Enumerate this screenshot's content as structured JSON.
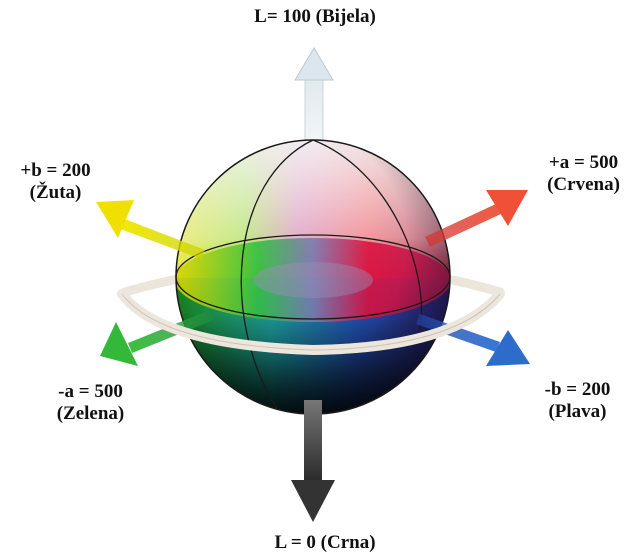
{
  "axes": {
    "top": {
      "text": "L= 100 (Bijela)"
    },
    "bottom": {
      "text": "L = 0 (Crna)"
    },
    "yellow": {
      "line1": "+b = 200",
      "line2": "(Žuta)"
    },
    "red": {
      "line1": "+a = 500",
      "line2": "(Crvena)"
    },
    "green": {
      "line1": "-a = 500",
      "line2": "(Zelena)"
    },
    "blue": {
      "line1": "-b = 200",
      "line2": "(Plava)"
    }
  },
  "colors": {
    "white_axis": "#e8f0f2",
    "black_axis": "#3a3a3a",
    "yellow": "#f2e600",
    "red": "#f0442c",
    "green": "#30b030",
    "blue": "#2a6fd0",
    "ring": "#ece6dc"
  }
}
